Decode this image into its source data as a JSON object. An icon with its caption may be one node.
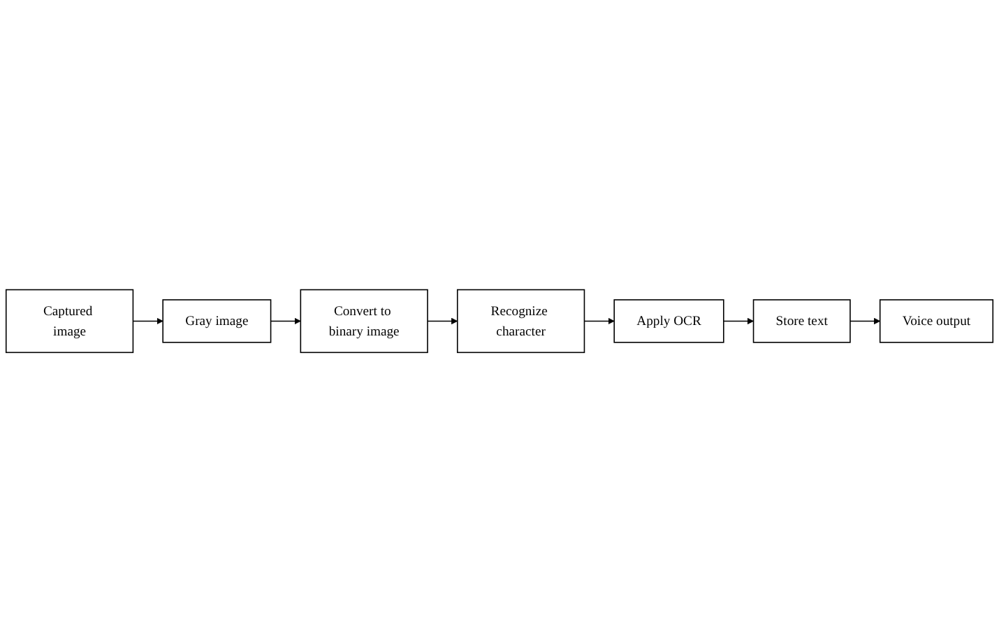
{
  "diagram": {
    "nodes": [
      {
        "text": [
          "Captured image"
        ]
      },
      {
        "text": [
          "Gray image"
        ]
      },
      {
        "text": [
          "Convert to binary image"
        ]
      },
      {
        "text": [
          "Recognize character"
        ]
      },
      {
        "text": [
          "Apply OCR"
        ]
      },
      {
        "text": [
          "Store text"
        ]
      },
      {
        "text": [
          "Voice output"
        ]
      }
    ],
    "edges": [
      {
        "from": 0,
        "to": 1,
        "arrow": "to"
      },
      {
        "from": 1,
        "to": 2,
        "arrow": "to"
      },
      {
        "from": 2,
        "to": 3,
        "arrow": "to"
      },
      {
        "from": 3,
        "to": 4,
        "arrow": "to"
      },
      {
        "from": 4,
        "to": 5,
        "arrow": "to"
      },
      {
        "from": 5,
        "to": 6,
        "arrow": "to"
      }
    ]
  }
}
